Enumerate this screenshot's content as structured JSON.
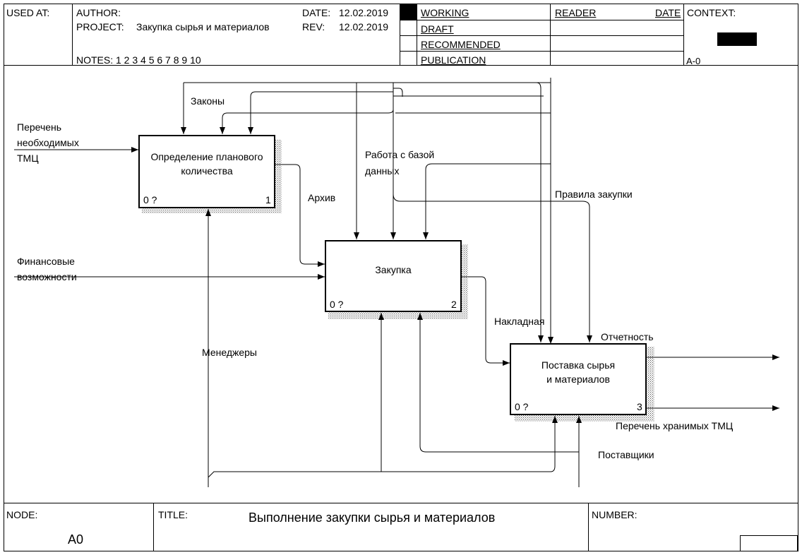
{
  "header": {
    "used_at": "USED AT:",
    "author_label": "AUTHOR:",
    "project_label": "PROJECT:",
    "project_value": "Закупка сырья и материалов",
    "notes": "NOTES:  1  2  3  4  5  6  7  8  9  10",
    "date_label": "DATE:",
    "date_value": "12.02.2019",
    "rev_label": "REV:",
    "rev_value": "12.02.2019",
    "status_working": "WORKING",
    "status_draft": "DRAFT",
    "status_recommended": "RECOMMENDED",
    "status_publication": "PUBLICATION",
    "reader": "READER",
    "reader_date": "DATE",
    "context": "CONTEXT:",
    "context_code": "A-0"
  },
  "diagram": {
    "boxes": [
      {
        "line1": "Определение планового",
        "line2": "количества",
        "cost": "0 ?",
        "num": "1"
      },
      {
        "line1": "Закупка",
        "line2": "",
        "cost": "0 ?",
        "num": "2"
      },
      {
        "line1": "Поставка сырья",
        "line2": "и материалов",
        "cost": "0 ?",
        "num": "3"
      }
    ],
    "arrows": {
      "laws": "Законы",
      "needed_line1": "Перечень",
      "needed_line2": "необходимых",
      "needed_line3": "ТМЦ",
      "finance_line1": "Финансовые",
      "finance_line2": "возможности",
      "db_line1": "Работа с базой",
      "db_line2": "данных",
      "archive": "Архив",
      "rules": "Правила закупки",
      "invoice": "Накладная",
      "report": "Отчетность",
      "managers": "Менеджеры",
      "stored": "Перечень хранимых ТМЦ",
      "suppliers": "Поставщики"
    }
  },
  "footer": {
    "node_label": "NODE:",
    "node_value": "A0",
    "title_label": "TITLE:",
    "title_value": "Выполнение закупки  сырья и материалов",
    "number_label": "NUMBER:"
  }
}
